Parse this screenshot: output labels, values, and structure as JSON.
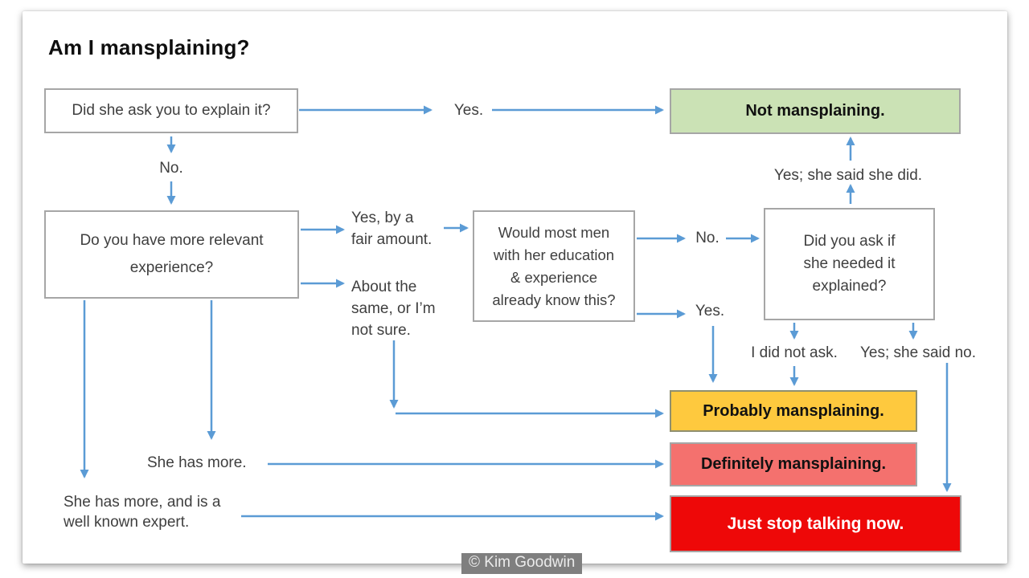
{
  "title": "Am I mansplaining?",
  "attribution": "© Kim Goodwin",
  "colors": {
    "arrow_blue": "#5b9bd5",
    "box_border_gray": "#a6a6a6",
    "green_fill": "#cbe2b5",
    "yellow_fill": "#fec93e",
    "salmon_fill": "#f4716e",
    "red_fill": "#ee0808",
    "text_gray": "#3f3f3f"
  },
  "nodes": {
    "q1": {
      "text": "Did she ask you to explain it?"
    },
    "q2": {
      "text": "Do you have more relevant\nexperience?"
    },
    "q3": {
      "text": "Would most men\nwith her education\n& experience\nalready know this?"
    },
    "q4": {
      "text": "Did you ask if\nshe needed it\nexplained?"
    },
    "not_mansplaining": {
      "text": "Not mansplaining."
    },
    "probably": {
      "text": "Probably mansplaining."
    },
    "definitely": {
      "text": "Definitely mansplaining."
    },
    "stop": {
      "text": "Just stop talking now."
    }
  },
  "labels": {
    "yes1": "Yes.",
    "no1": "No.",
    "yes_fair": "Yes, by a\nfair amount.",
    "about_same": "About the\nsame, or I’m\nnot sure.",
    "no2": "No.",
    "yes2": "Yes.",
    "she_said_did": "Yes; she said she did.",
    "did_not_ask": "I did not ask.",
    "she_said_no": "Yes; she said no.",
    "she_has_more": "She has more.",
    "well_known_expert": "She has more, and is a\nwell known expert."
  }
}
